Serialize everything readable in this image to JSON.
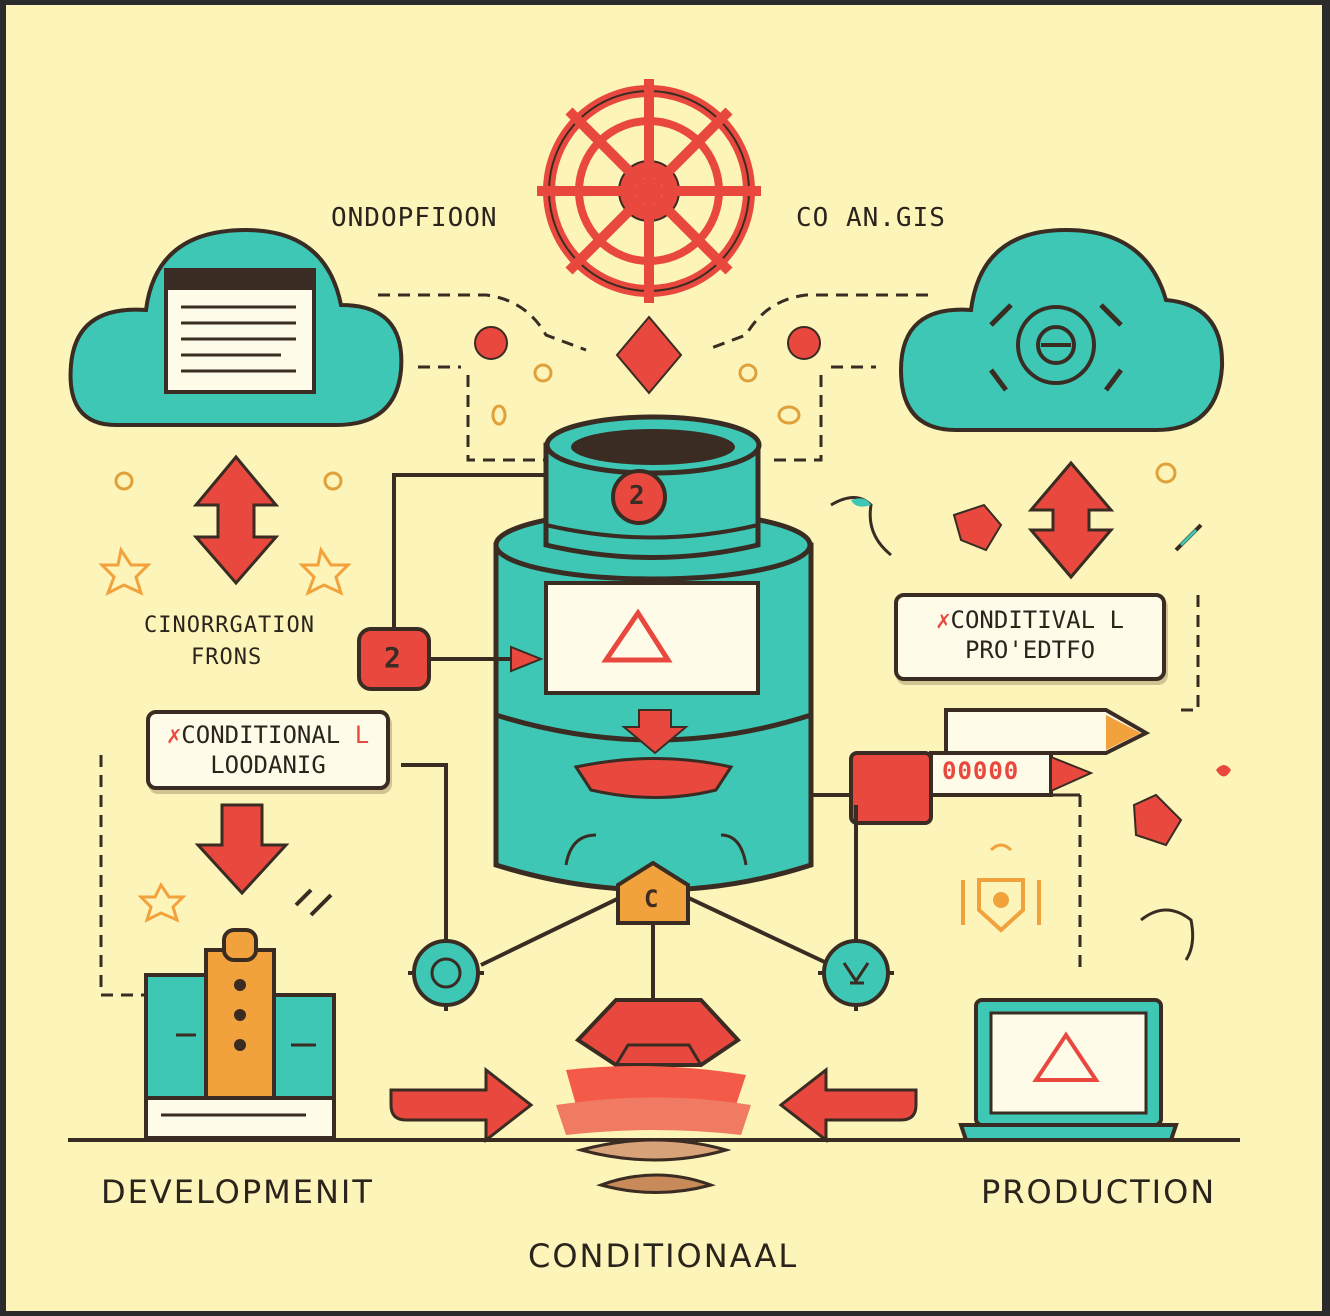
{
  "labels": {
    "top_left": "ONDOPFIOON",
    "top_right": "CO AN.GIS",
    "config_line1": "CINORRGATION",
    "config_line2": "FRONS",
    "cond_loading_line1": "CONDITIONAL",
    "cond_loading_line2": "LOODANIG",
    "cond_loading_mark": "L",
    "cond_proc_line1": "CONDITIVAL L",
    "cond_proc_line2": "PRO'EDTFO",
    "cylinder_badge": "2",
    "side_badge": "2",
    "center_node": "C",
    "pipe_dots": "00000",
    "development": "DEVELOPMENIT",
    "production": "PRODUCTION",
    "conditional": "CONDITIONAAL"
  },
  "colors": {
    "background": "#fcf4b9",
    "teal": "#3ec7b5",
    "red": "#e8483e",
    "orange": "#f2a23c",
    "outline": "#3a2c22",
    "paper": "#fffbe9"
  },
  "icons": [
    "ship-wheel-icon",
    "cloud-document-icon",
    "cloud-gear-icon",
    "database-cylinder-icon",
    "laptop-icon",
    "server-stack-icon"
  ]
}
